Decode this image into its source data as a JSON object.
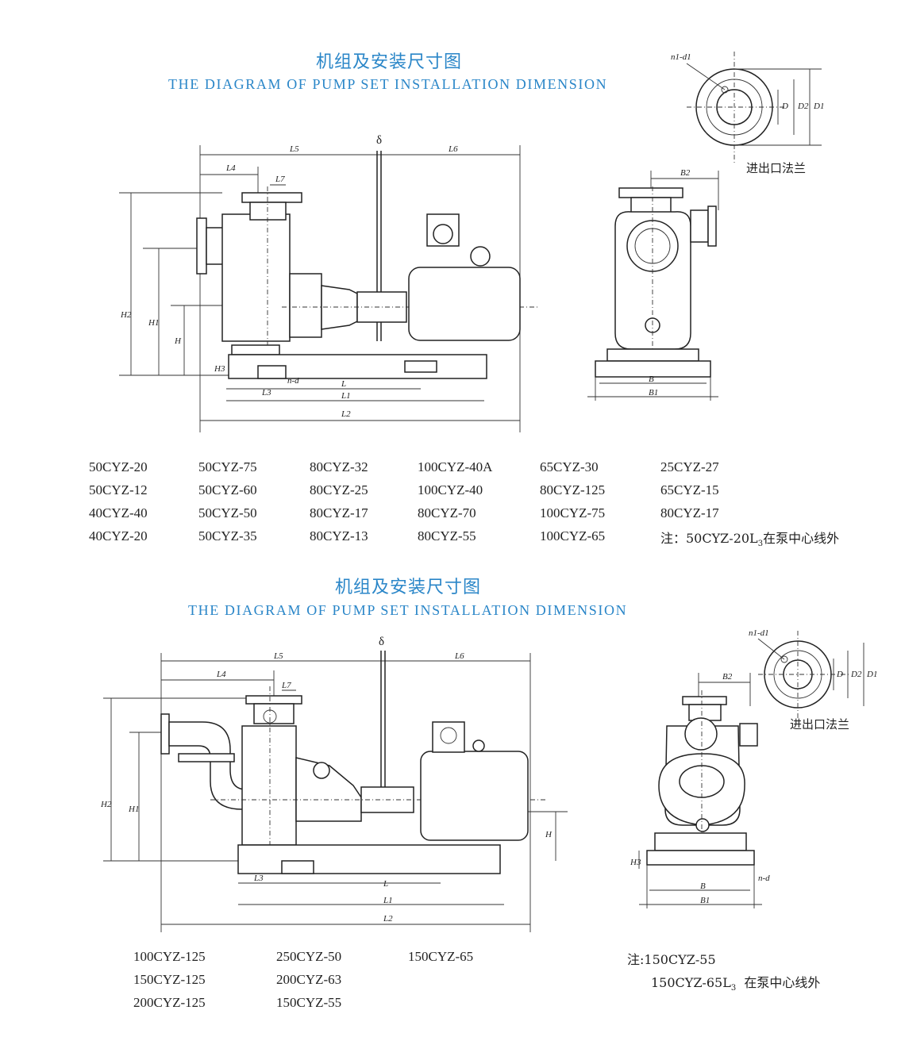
{
  "section1": {
    "title_cn": "机组及安装尺寸图",
    "title_en": "THE DIAGRAM OF PUMP SET INSTALLATION DIMENSION",
    "labels": {
      "delta": "δ",
      "L5": "L5",
      "L6": "L6",
      "L4": "L4",
      "L7": "L7",
      "H2": "H2",
      "H1": "H1",
      "H": "H",
      "H3": "H3",
      "nd": "n-d",
      "L": "L",
      "L1": "L1",
      "L2": "L2",
      "L3": "L3",
      "B2": "B2",
      "B": "B",
      "B1": "B1",
      "n1d1": "n1-d1",
      "D": "D",
      "D2": "D2",
      "D1": "D1",
      "flange": "进出口法兰"
    },
    "models": [
      [
        "50CYZ-20",
        "50CYZ-12",
        "40CYZ-40",
        "40CYZ-20"
      ],
      [
        "50CYZ-75",
        "50CYZ-60",
        "50CYZ-50",
        "50CYZ-35"
      ],
      [
        "80CYZ-32",
        "80CYZ-25",
        "80CYZ-17",
        "80CYZ-13"
      ],
      [
        "100CYZ-40A",
        "100CYZ-40",
        "80CYZ-70",
        "80CYZ-55"
      ],
      [
        "65CYZ-30",
        "80CYZ-125",
        "100CYZ-75",
        "100CYZ-65"
      ],
      [
        "25CYZ-27",
        "65CYZ-15",
        "80CYZ-17"
      ]
    ],
    "note": "注：50CYZ-20L",
    "note_sub": "3",
    "note_tail": "在泵中心线外"
  },
  "section2": {
    "title_cn": "机组及安装尺寸图",
    "title_en": "THE DIAGRAM OF PUMP SET INSTALLATION DIMENSION",
    "models": [
      [
        "100CYZ-125",
        "150CYZ-125",
        "200CYZ-125"
      ],
      [
        "250CYZ-50",
        "200CYZ-63",
        "150CYZ-55"
      ],
      [
        "150CYZ-65"
      ]
    ],
    "note_line1": "注:150CYZ-55",
    "note_line2": "150CYZ-65L",
    "note_line2_sub": "3",
    "note_line2_tail": "在泵中心线外"
  }
}
